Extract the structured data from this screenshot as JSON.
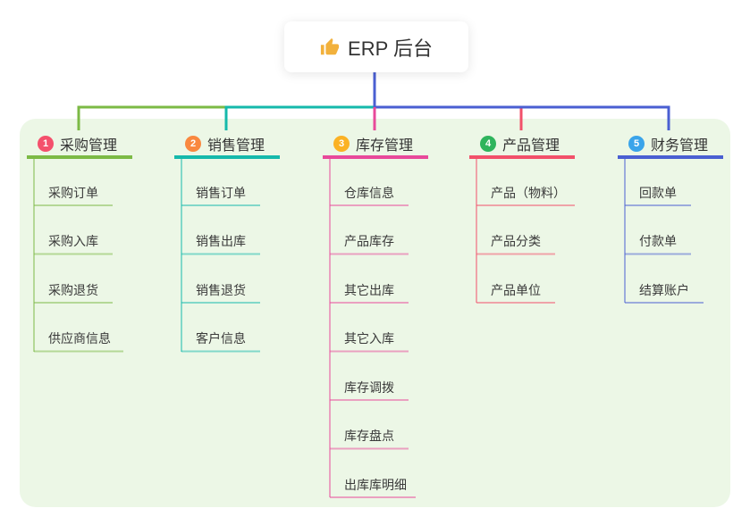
{
  "root": {
    "label": "ERP 后台",
    "icon": "thumbs-up-icon"
  },
  "branches": [
    {
      "index": "1",
      "label": "采购管理",
      "badge_color": "#f4506c",
      "line_color": "#7cba45",
      "children": [
        "采购订单",
        "采购入库",
        "采购退货",
        "供应商信息"
      ]
    },
    {
      "index": "2",
      "label": "销售管理",
      "badge_color": "#f9883f",
      "line_color": "#15b9ab",
      "children": [
        "销售订单",
        "销售出库",
        "销售退货",
        "客户信息"
      ]
    },
    {
      "index": "3",
      "label": "库存管理",
      "badge_color": "#fbb224",
      "line_color": "#e8499a",
      "children": [
        "仓库信息",
        "产品库存",
        "其它出库",
        "其它入库",
        "库存调拨",
        "库存盘点",
        "出库库明细"
      ]
    },
    {
      "index": "4",
      "label": "产品管理",
      "badge_color": "#2eb45c",
      "line_color": "#f2506a",
      "children": [
        "产品（物料）",
        "产品分类",
        "产品单位"
      ]
    },
    {
      "index": "5",
      "label": "财务管理",
      "badge_color": "#3aa4ea",
      "line_color": "#4a5fd2",
      "children": [
        "回款单",
        "付款单",
        "结算账户"
      ]
    }
  ],
  "colors": {
    "panel_bg": "#ecf7e6",
    "root_connector": "#4a5fd2",
    "thumb_icon": "#f2b13c",
    "text": "#333333"
  }
}
